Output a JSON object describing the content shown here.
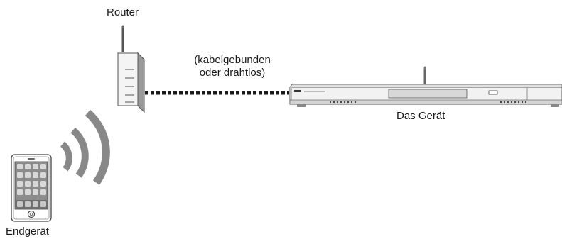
{
  "router": {
    "label": "Router"
  },
  "connection": {
    "line1": "(kabelgebunden",
    "line2": "oder drahtlos)"
  },
  "device": {
    "label": "Das Gerät"
  },
  "endgeraet": {
    "label": "Endgerät"
  }
}
